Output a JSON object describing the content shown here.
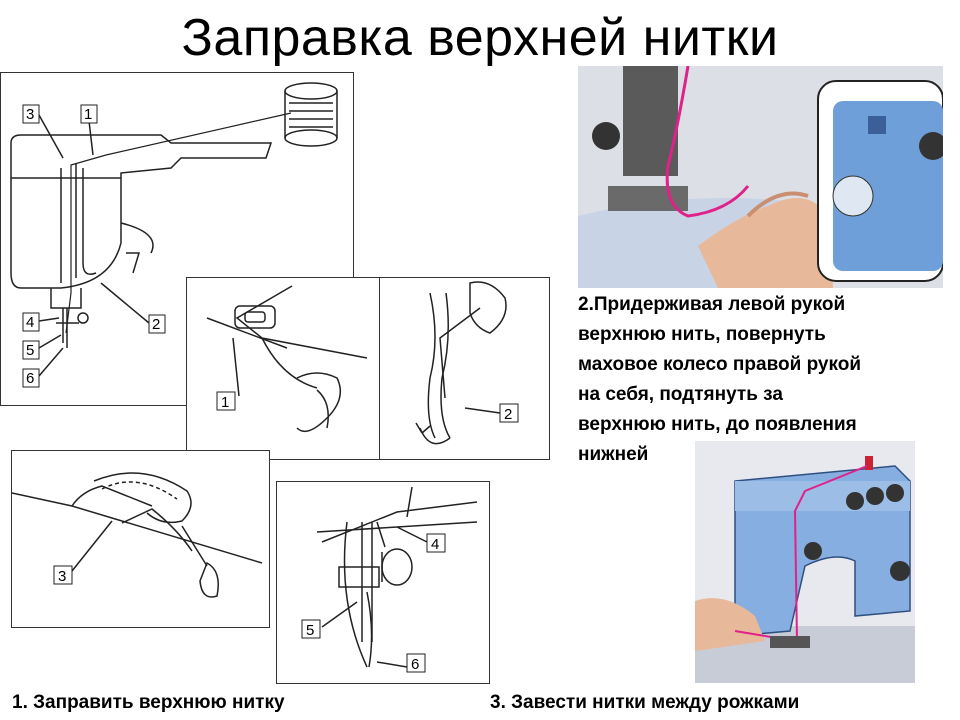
{
  "title": "Заправка верхней нитки",
  "callouts": [
    "1",
    "2",
    "3",
    "4",
    "5",
    "6"
  ],
  "step1": {
    "text": "1. Заправить верхнюю нитку"
  },
  "step2": {
    "lines": [
      "2.Придерживая левой рукой",
      "верхнюю нить, повернуть",
      "маховое колесо правой рукой",
      "на себя, подтянуть за",
      "верхнюю нить, до появления",
      "нижней"
    ]
  },
  "step3": {
    "text": "3. Завести нитки между рожками"
  },
  "colors": {
    "thread": "#e0218a",
    "machine_blue": "#6f9fd8",
    "line": "#1a1a1a"
  }
}
